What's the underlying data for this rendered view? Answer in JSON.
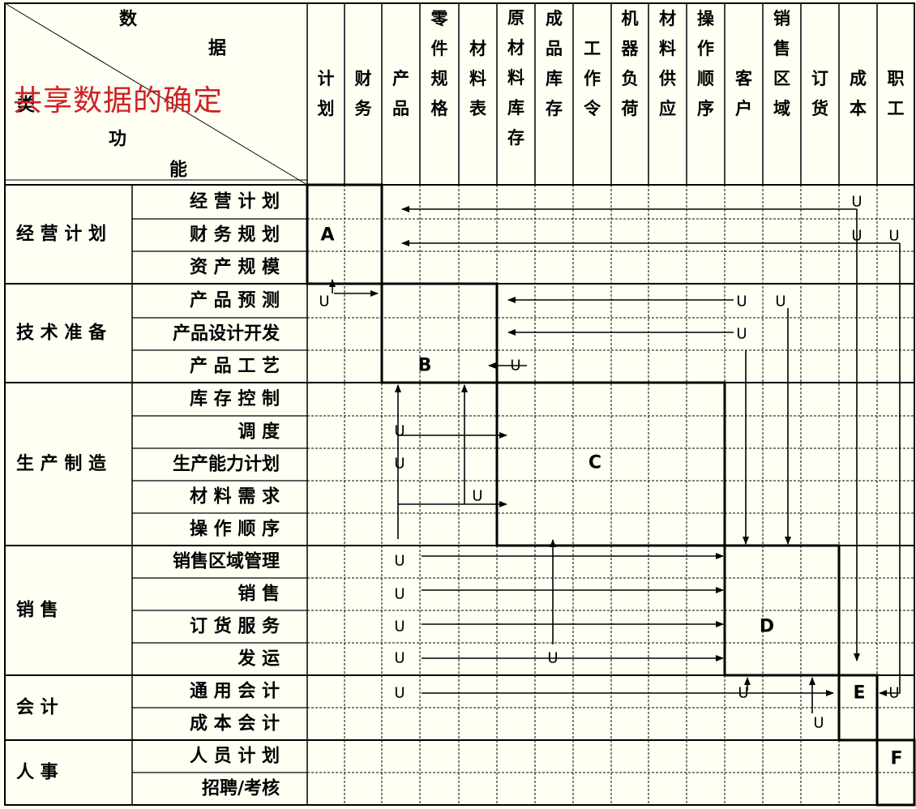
{
  "title": "共享数据的确定",
  "corner": {
    "data_chars": [
      "数",
      "据"
    ],
    "func_chars": [
      "类",
      "功",
      "能"
    ]
  },
  "columns": [
    [
      "计",
      "划"
    ],
    [
      "财",
      "务"
    ],
    [
      "产",
      "品"
    ],
    [
      "零",
      "件",
      "规",
      "格"
    ],
    [
      "材",
      "料",
      "表"
    ],
    [
      "原",
      "材",
      "料",
      "库",
      "存"
    ],
    [
      "成",
      "品",
      "库",
      "存"
    ],
    [
      "工",
      "作",
      "令"
    ],
    [
      "机",
      "器",
      "负",
      "荷"
    ],
    [
      "材",
      "料",
      "供",
      "应"
    ],
    [
      "操",
      "作",
      "顺",
      "序"
    ],
    [
      "客",
      "户"
    ],
    [
      "销",
      "售",
      "区",
      "域"
    ],
    [
      "订",
      "货"
    ],
    [
      "成",
      "本"
    ],
    [
      "职",
      "工"
    ]
  ],
  "groups": [
    {
      "name": "经营计划",
      "functions": [
        "经营计划",
        "财务规划",
        "资产规模"
      ]
    },
    {
      "name": "技术准备",
      "functions": [
        "产品预测",
        "产品设计开发",
        "产品工艺"
      ]
    },
    {
      "name": "生产制造",
      "functions": [
        "库存控制",
        "调度",
        "生产能力计划",
        "材料需求",
        "操作顺序"
      ]
    },
    {
      "name": "销售",
      "functions": [
        "销售区域管理",
        "销售",
        "订货服务",
        "发运"
      ]
    },
    {
      "name": "会计",
      "functions": [
        "通用会计",
        "成本会计"
      ]
    },
    {
      "name": "人事",
      "functions": [
        "人员计划",
        "招聘/考核"
      ]
    }
  ],
  "blocks": [
    "A",
    "B",
    "C",
    "D",
    "E",
    "F"
  ],
  "usage_mark": "U",
  "colors": {
    "background": "#fffff4",
    "line": "#000000",
    "title": "#cc2222"
  }
}
